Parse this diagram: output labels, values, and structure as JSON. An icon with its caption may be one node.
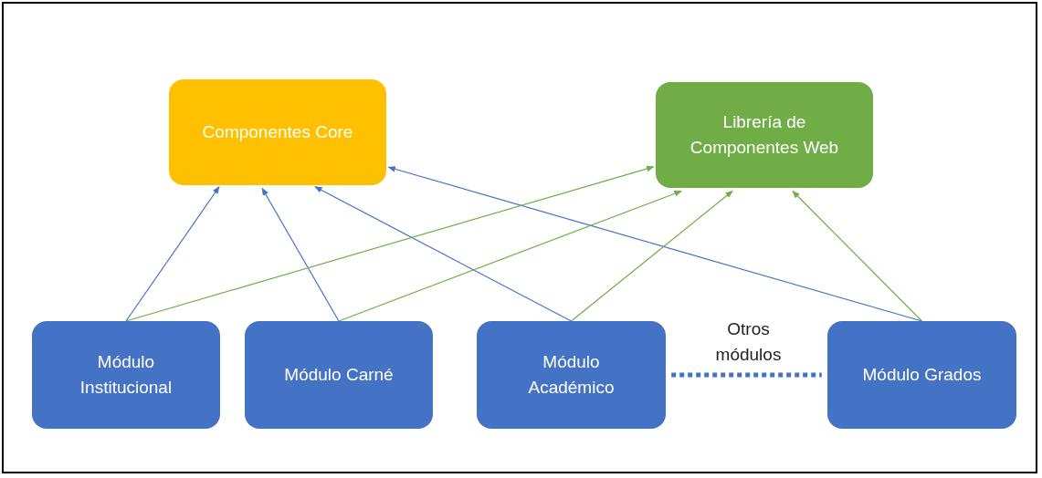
{
  "diagram": {
    "nodes": [
      {
        "text": [
          "Componentes Core"
        ]
      },
      {
        "text": [
          "Librería de Componentes Web"
        ]
      },
      {
        "text": [
          "Módulo Institucional"
        ]
      },
      {
        "text": [
          "Módulo Carné"
        ]
      },
      {
        "text": [
          "Módulo Académico"
        ]
      },
      {
        "text": [
          "Módulo Grados"
        ]
      }
    ],
    "edges": [
      {
        "from": 2,
        "to": 0,
        "arrow": "to",
        "color": "#4472c4"
      },
      {
        "from": 3,
        "to": 0,
        "arrow": "to",
        "color": "#4472c4"
      },
      {
        "from": 4,
        "to": 0,
        "arrow": "to",
        "color": "#4472c4"
      },
      {
        "from": 5,
        "to": 0,
        "arrow": "to",
        "color": "#4472c4"
      },
      {
        "from": 2,
        "to": 1,
        "arrow": "to",
        "color": "#70ad47"
      },
      {
        "from": 3,
        "to": 1,
        "arrow": "to",
        "color": "#70ad47"
      },
      {
        "from": 4,
        "to": 1,
        "arrow": "to",
        "color": "#70ad47"
      },
      {
        "from": 5,
        "to": 1,
        "arrow": "to",
        "color": "#70ad47"
      },
      {
        "from": 4,
        "to": 5,
        "arrow": "none",
        "label": "Otros módulos",
        "style": "dashed",
        "color": "#4472c4"
      }
    ]
  }
}
